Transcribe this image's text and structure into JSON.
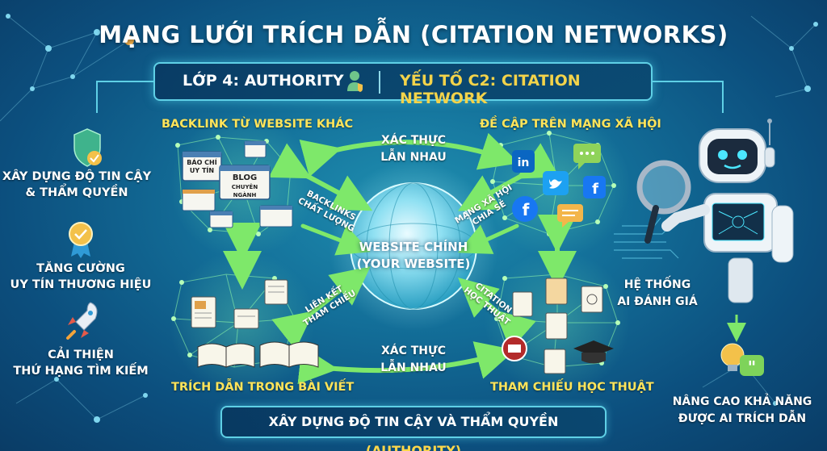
{
  "title": "MẠNG LƯỚI TRÍCH DẪN (CITATION NETWORKS)",
  "layer": {
    "left_label": "LỚP 4: AUTHORITY",
    "right_label": "YẾU TỐ C2: CITATION NETWORK"
  },
  "nodes": {
    "backlink": "BACKLINK TỪ WEBSITE KHÁC",
    "social": "ĐỀ CẬP TRÊN MẠNG XÃ HỘI",
    "articles": "TRÍCH DẪN TRONG BÀI VIẾT",
    "academic": "THAM CHIẾU HỌC THUẬT"
  },
  "center": {
    "line1": "WEBSITE CHÍNH",
    "line2": "(YOUR WEBSITE)"
  },
  "arrows": {
    "top_mutual_1": "XÁC THỰC",
    "top_mutual_2": "LẪN NHAU",
    "bottom_mutual_1": "XÁC THỰC",
    "bottom_mutual_2": "LẪN NHAU",
    "backlinks_1": "BACKLINKS",
    "backlinks_2": "CHẤT LƯỢNG",
    "social_1": "MẠNG XÃ HỘI",
    "social_2": "CHIA SẺ",
    "internal_1": "LIÊN KẾT",
    "internal_2": "THAM CHIẾU",
    "citation_1": "CITATION",
    "citation_2": "HỌC THUẬT"
  },
  "docs": {
    "press_1": "BÁO CHÍ",
    "press_2": "UY TÍN",
    "blog_1": "BLOG",
    "blog_2": "CHUYÊN NGÀNH"
  },
  "benefits": [
    {
      "line1": "XÂY DỰNG ĐỘ TIN CẬY",
      "line2": "& THẨM QUYỀN"
    },
    {
      "line1": "TĂNG CƯỜNG",
      "line2": "UY TÍN THƯƠNG HIỆU"
    },
    {
      "line1": "CẢI THIỆN",
      "line2": "THỨ HẠNG TÌM KIẾM"
    }
  ],
  "ai": {
    "system_1": "HỆ THỐNG",
    "system_2": "AI ĐÁNH GIÁ",
    "result_1": "NÂNG CAO KHẢ NĂNG",
    "result_2": "ĐƯỢC AI TRÍCH DẪN"
  },
  "footer": {
    "main": "XÂY DỰNG ĐỘ TIN CẬY VÀ THẨM QUYỀN",
    "accent": "(AUTHORITY)"
  },
  "colors": {
    "accent_yellow": "#ffe45a",
    "arrow_green": "#7ee86a",
    "frame_cyan": "#5fd0e6"
  }
}
